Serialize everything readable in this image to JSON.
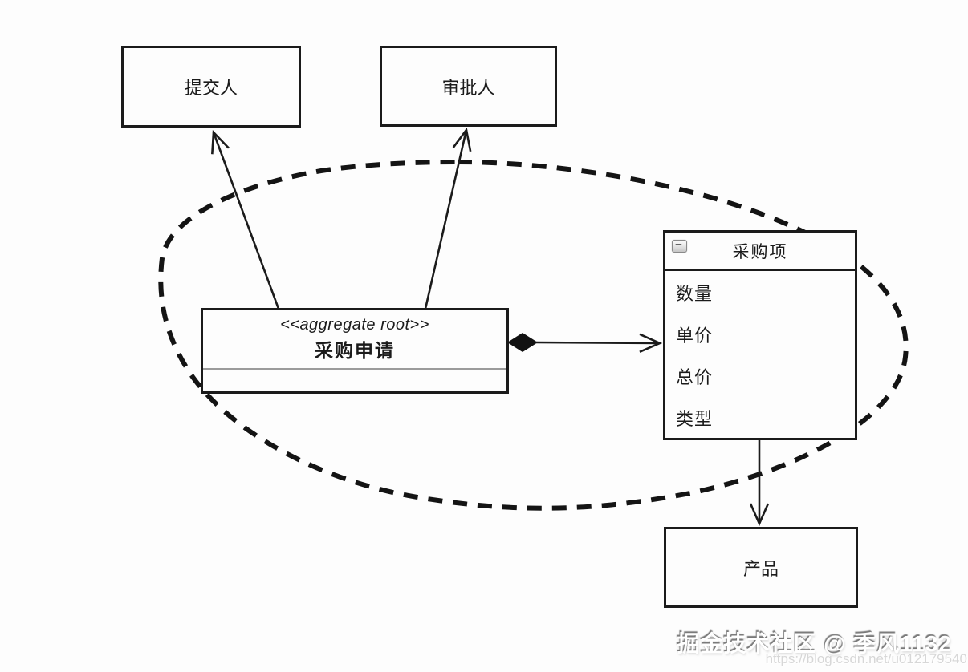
{
  "diagram": {
    "submitter": {
      "label": "提交人"
    },
    "approver": {
      "label": "审批人"
    },
    "aggregate_root": {
      "stereotype": "<<aggregate root>>",
      "name": "采购申请"
    },
    "purchase_item": {
      "title": "采购项",
      "collapse_glyph": "−",
      "attributes": [
        "数量",
        "单价",
        "总价",
        "类型"
      ]
    },
    "product": {
      "label": "产品"
    },
    "colors": {
      "line": "#1b1b1b",
      "soft_divider": "#9b9b9b",
      "background": "#fdfdfd"
    }
  },
  "watermark": {
    "text": "掘金技术社区 @ 季风1132",
    "url": "https://blog.csdn.net/u012179540"
  }
}
